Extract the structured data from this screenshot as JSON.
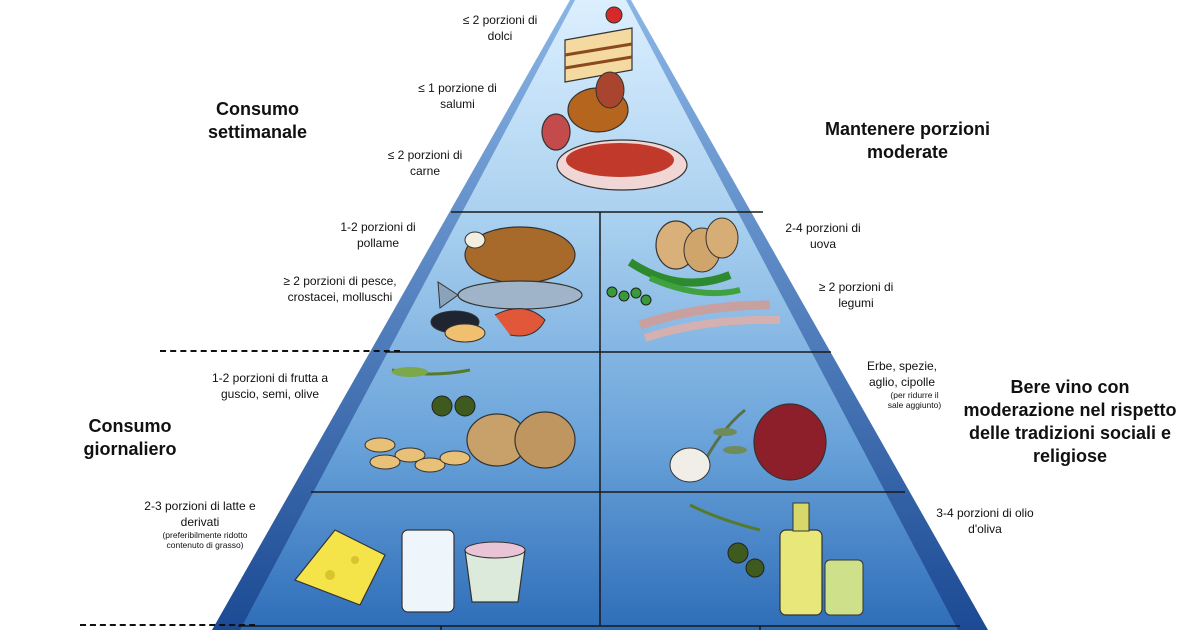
{
  "headings": {
    "weekly": "Consumo settimanale",
    "daily": "Consumo giornaliero",
    "moderate": "Mantenere porzioni moderate",
    "wine": "Bere vino con moderazione nel rispetto delle tradizioni sociali e religiose"
  },
  "labels": {
    "sweets": "≤ 2 porzioni di dolci",
    "cured_meats": "≤ 1 porzione di salumi",
    "meat": "≤ 2 porzioni di carne",
    "poultry": "1-2 porzioni di pollame",
    "fish": "≥ 2 porzioni di pesce, crostacei, molluschi",
    "eggs": "2-4 porzioni di uova",
    "legumes": "≥ 2 porzioni di legumi",
    "nuts": "1-2 porzioni di frutta a guscio, semi, olive",
    "herbs": "Erbe, spezie, aglio, cipolle",
    "herbs_note": "(per ridurre il sale aggiunto)",
    "dairy": "2-3 porzioni di latte e derivati",
    "dairy_note": "(preferibilmente ridotto contenuto di grasso)",
    "olive_oil": "3-4 porzioni di olio d'oliva"
  },
  "colors": {
    "pyramid_top": "#d6ebf8",
    "pyramid_bottom": "#2f6fba",
    "edge": "#1f4e96",
    "line": "#1a1a1a"
  }
}
